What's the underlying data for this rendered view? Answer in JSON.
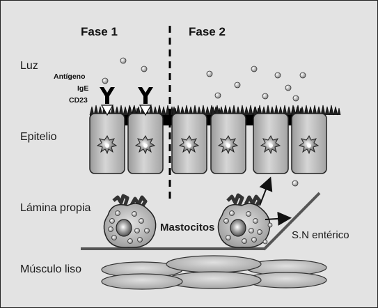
{
  "phases": {
    "phase1": "Fase 1",
    "phase2": "Fase 2"
  },
  "regions": {
    "lumen": "Luz",
    "epithelium": "Epitelio",
    "lamina_propria": "Lámina propia",
    "smooth_muscle": "Músculo liso"
  },
  "receptor_labels": {
    "antigen": "Antígeno",
    "ige": "IgE",
    "cd23": "CD23"
  },
  "mast_cells_label": "Mastocitos",
  "enteric_ns_label": "S.N entérico"
}
